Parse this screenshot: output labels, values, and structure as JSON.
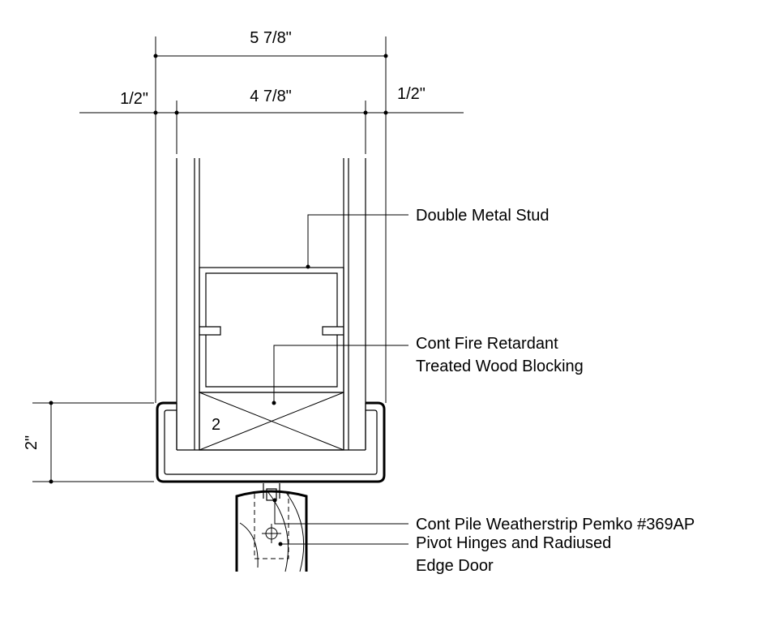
{
  "dimensions": {
    "overall_width": "5 7/8\"",
    "left_offset": "1/2\"",
    "inner_width": "4 7/8\"",
    "right_offset": "1/2\"",
    "track_height": "2\""
  },
  "callouts": {
    "stud": "Double Metal Stud",
    "blocking_line1": "Cont Fire Retardant",
    "blocking_line2": "Treated Wood Blocking",
    "weatherstrip": "Cont Pile Weatherstrip Pemko #369AP",
    "pivot_line1": "Pivot Hinges and Radiused",
    "pivot_line2": "Edge Door"
  },
  "tags": {
    "blocking_count": "2"
  }
}
